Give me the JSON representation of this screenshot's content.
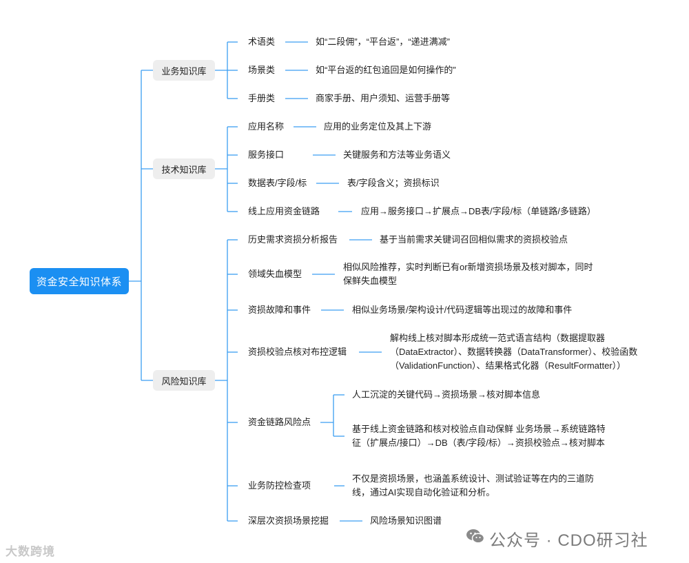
{
  "root": "资金安全知识体系",
  "categories": [
    {
      "label": "业务知识库",
      "items": [
        {
          "label": "术语类",
          "desc": [
            "如“二段佣”，“平台返”，“递进满减”"
          ]
        },
        {
          "label": "场景类",
          "desc": [
            "如“平台返的红包追回是如何操作的”"
          ]
        },
        {
          "label": "手册类",
          "desc": [
            "商家手册、用户须知、运营手册等"
          ]
        }
      ]
    },
    {
      "label": "技术知识库",
      "items": [
        {
          "label": "应用名称",
          "desc": [
            "应用的业务定位及其上下游"
          ]
        },
        {
          "label": "服务接口",
          "desc": [
            "关键服务和方法等业务语义"
          ]
        },
        {
          "label": "数据表/字段/标",
          "desc": [
            "表/字段含义；资损标识"
          ]
        },
        {
          "label": "线上应用资金链路",
          "desc": [
            "应用→服务接口→扩展点→DB表/字段/标（单链路/多链路）"
          ]
        }
      ]
    },
    {
      "label": "风险知识库",
      "items": [
        {
          "label": "历史需求资损分析报告",
          "desc": [
            "基于当前需求关键词召回相似需求的资损校验点"
          ]
        },
        {
          "label": "领域失血模型",
          "desc": [
            "相似风险推荐，实时判断已有or新增资损场景及核对脚本，同时",
            "保鲜失血模型"
          ]
        },
        {
          "label": "资损故障和事件",
          "desc": [
            "相似业务场景/架构设计/代码逻辑等出现过的故障和事件"
          ]
        },
        {
          "label": "资损校验点核对布控逻辑",
          "desc": [
            "解构线上核对脚本形成统一范式语言结构（数据提取器",
            "（DataExtractor）、数据转换器（DataTransformer）、校验函数",
            "（ValidationFunction）、结果格式化器（ResultFormatter））"
          ]
        },
        {
          "label": "资金链路风险点",
          "subs": [
            [
              "人工沉淀的关键代码→资损场景→核对脚本信息"
            ],
            [
              "基于线上资金链路和核对校验点自动保鲜 业务场景→系统链路特",
              "征（扩展点/接口）→DB（表/字段/标）→资损校验点→核对脚本"
            ]
          ]
        },
        {
          "label": "业务防控检查项",
          "desc": [
            "不仅是资损场景，也涵盖系统设计、测试验证等在内的三道防",
            "线，通过AI实现自动化验证和分析。"
          ]
        },
        {
          "label": "深层次资损场景挖掘",
          "desc": [
            "风险场景知识图谱"
          ]
        }
      ]
    }
  ],
  "watermark_left": "大数跨境",
  "watermark_right": "公众号 · CDO研习社",
  "colors": {
    "accent": "#1b8ff2",
    "line": "#3a9df2",
    "category_bg": "#eeeeee"
  }
}
